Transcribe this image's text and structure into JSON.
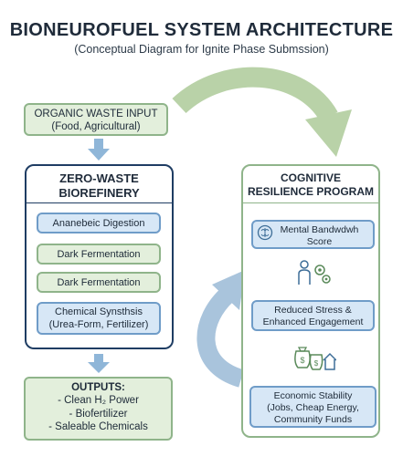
{
  "title": "BIONEUROFUEL SYSTEM ARCHITECTURE",
  "subtitle": "(Conceptual Diagram for Ignite Phase Submssion)",
  "input": {
    "line1": "ORGANIC WASTE INPUT",
    "line2": "(Food, Agricultural)"
  },
  "biorefinery": {
    "title_line1": "ZERO-WASTE",
    "title_line2": "BIOREFINERY",
    "steps": [
      {
        "text": "Ananebeic Digestion"
      },
      {
        "text": "Dark Fermentation"
      },
      {
        "text": "Dark Fermentation"
      },
      {
        "line1": "Chemical Synsthsis",
        "line2": "(Urea-Form, Fertilizer)"
      }
    ]
  },
  "outputs": {
    "title": "OUTPUTS:",
    "items": [
      "- Clean H₂ Power",
      "- Biofertilizer",
      "- Saleable Chemicals"
    ]
  },
  "program": {
    "title_line1": "COGNITIVE",
    "title_line2": "RESILIENCE PROGRAM",
    "boxes": [
      {
        "line1": "Mental Bandwdwh",
        "line2": "Score"
      },
      {
        "line1": "Reduced Stress &",
        "line2": "Enhanced Engagement"
      },
      {
        "line1": "Economic Stability",
        "line2": "(Jobs, Cheap Energy,",
        "line3": "Community Funds"
      }
    ]
  },
  "colors": {
    "green_fill": "#e3efdc",
    "green_border": "#8fb48a",
    "blue_fill": "#d7e7f6",
    "blue_border": "#6f9cc8",
    "navy_border": "#1f3d63",
    "arrow_green": "#b9d2a8",
    "arrow_blue": "#a9c4dc"
  },
  "icons": [
    "brain-icon",
    "person-gears-icon",
    "money-bags-house-icon"
  ]
}
